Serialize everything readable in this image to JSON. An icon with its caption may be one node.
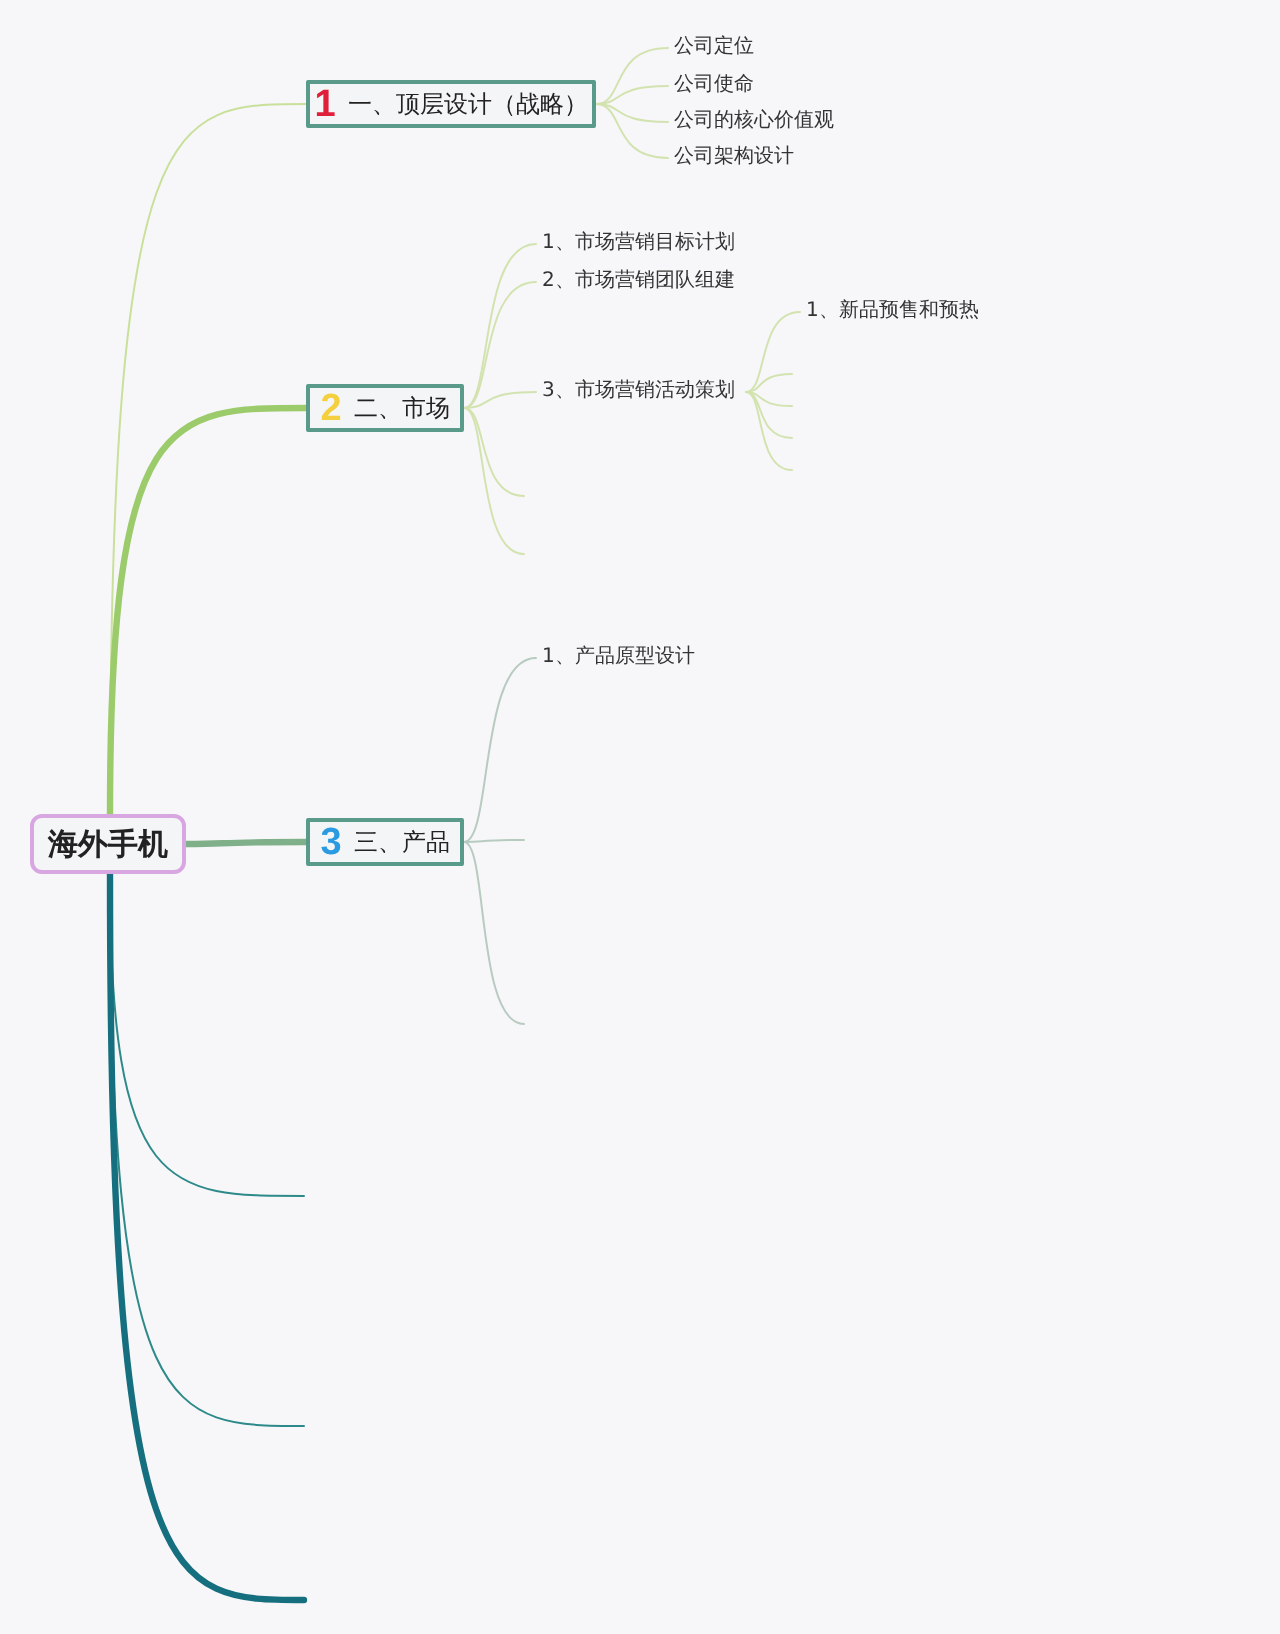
{
  "diagram": {
    "nodes": [
      {
        "text": [
          "海外手机"
        ]
      },
      {
        "text": [
          "1",
          "一、顶层设计（战略）"
        ]
      },
      {
        "text": [
          "公司定位"
        ]
      },
      {
        "text": [
          "公司使命"
        ]
      },
      {
        "text": [
          "公司的核心价值观"
        ]
      },
      {
        "text": [
          "公司架构设计"
        ]
      },
      {
        "text": [
          "2",
          "二、市场"
        ]
      },
      {
        "text": [
          "1、市场营销目标计划"
        ]
      },
      {
        "text": [
          "2、市场营销团队组建"
        ]
      },
      {
        "text": [
          "3、市场营销活动策划"
        ]
      },
      {
        "text": [
          "1、新品预售和预热"
        ]
      },
      {
        "text": [
          "3",
          "三、产品"
        ]
      },
      {
        "text": [
          "1、产品原型设计"
        ]
      }
    ],
    "edges": [
      {
        "from": 0,
        "to": 1,
        "arrow": "none",
        "color": "#c9e09b"
      },
      {
        "from": 0,
        "to": 6,
        "arrow": "none",
        "style": "thick",
        "color": "#9ccb6c"
      },
      {
        "from": 0,
        "to": 11,
        "arrow": "none",
        "style": "thick",
        "color": "#7fb08a"
      },
      {
        "from": 0,
        "to": null,
        "arrow": "none",
        "color": "#2e8a8a"
      },
      {
        "from": 0,
        "to": null,
        "arrow": "none",
        "color": "#2e8a8a"
      },
      {
        "from": 0,
        "to": null,
        "arrow": "none",
        "style": "thick",
        "color": "#166f7f"
      },
      {
        "from": 1,
        "to": 2,
        "arrow": "none",
        "color": "#d3e3b0"
      },
      {
        "from": 1,
        "to": 3,
        "arrow": "none",
        "color": "#d3e3b0"
      },
      {
        "from": 1,
        "to": 4,
        "arrow": "none",
        "color": "#d3e3b0"
      },
      {
        "from": 1,
        "to": 5,
        "arrow": "none",
        "color": "#d3e3b0"
      },
      {
        "from": 6,
        "to": 7,
        "arrow": "none",
        "color": "#d3e3b0"
      },
      {
        "from": 6,
        "to": 8,
        "arrow": "none",
        "color": "#d3e3b0"
      },
      {
        "from": 6,
        "to": 9,
        "arrow": "none",
        "color": "#d3e3b0"
      },
      {
        "from": 6,
        "to": null,
        "arrow": "none",
        "color": "#d3e3b0"
      },
      {
        "from": 6,
        "to": null,
        "arrow": "none",
        "color": "#d3e3b0"
      },
      {
        "from": 9,
        "to": 10,
        "arrow": "none",
        "color": "#d3e3b0"
      },
      {
        "from": 9,
        "to": null,
        "arrow": "none",
        "color": "#d3e3b0"
      },
      {
        "from": 9,
        "to": null,
        "arrow": "none",
        "color": "#d3e3b0"
      },
      {
        "from": 9,
        "to": null,
        "arrow": "none",
        "color": "#d3e3b0"
      },
      {
        "from": 9,
        "to": null,
        "arrow": "none",
        "color": "#d3e3b0"
      },
      {
        "from": 11,
        "to": 12,
        "arrow": "none",
        "color": "#b8cbc0"
      },
      {
        "from": 11,
        "to": null,
        "arrow": "none",
        "color": "#b8cbc0"
      },
      {
        "from": 11,
        "to": null,
        "arrow": "none",
        "color": "#b8cbc0"
      }
    ]
  }
}
